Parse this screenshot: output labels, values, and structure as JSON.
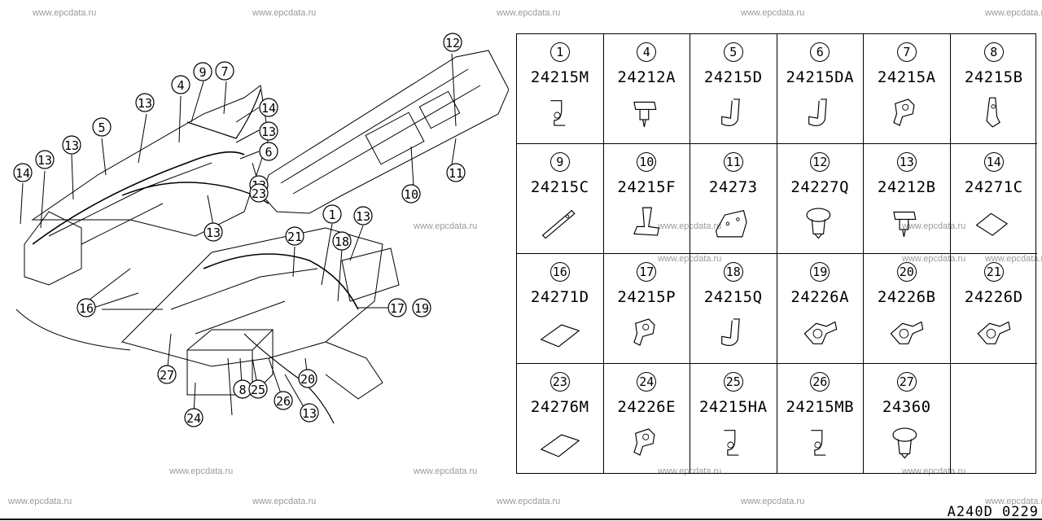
{
  "watermark": "www.epcdata.ru",
  "diagram_code": "A240D 0229",
  "callouts": [
    "1",
    "4",
    "5",
    "6",
    "7",
    "8",
    "9",
    "10",
    "11",
    "12",
    "13",
    "13",
    "13",
    "13",
    "13",
    "13",
    "13",
    "13",
    "14",
    "14",
    "16",
    "17",
    "19",
    "18",
    "20",
    "21",
    "23",
    "24",
    "25",
    "26",
    "27"
  ],
  "parts": [
    {
      "num": "1",
      "part": "24215M",
      "icon": "clip-hook"
    },
    {
      "num": "4",
      "part": "24212A",
      "icon": "clip-push"
    },
    {
      "num": "5",
      "part": "24215D",
      "icon": "clip-band"
    },
    {
      "num": "6",
      "part": "24215DA",
      "icon": "clip-band"
    },
    {
      "num": "7",
      "part": "24215A",
      "icon": "clip-saddle"
    },
    {
      "num": "8",
      "part": "24215B",
      "icon": "clip-tab"
    },
    {
      "num": "9",
      "part": "24215C",
      "icon": "strap"
    },
    {
      "num": "10",
      "part": "24215F",
      "icon": "bracket"
    },
    {
      "num": "11",
      "part": "24273",
      "icon": "plate"
    },
    {
      "num": "12",
      "part": "24227Q",
      "icon": "grommet"
    },
    {
      "num": "13",
      "part": "24212B",
      "icon": "clip-push"
    },
    {
      "num": "14",
      "part": "24271C",
      "icon": "pad"
    },
    {
      "num": "16",
      "part": "24271D",
      "icon": "pad-rect"
    },
    {
      "num": "17",
      "part": "24215P",
      "icon": "clip-saddle"
    },
    {
      "num": "18",
      "part": "24215Q",
      "icon": "clip-band"
    },
    {
      "num": "19",
      "part": "24226A",
      "icon": "clamp"
    },
    {
      "num": "20",
      "part": "24226B",
      "icon": "clamp"
    },
    {
      "num": "21",
      "part": "24226D",
      "icon": "clamp"
    },
    {
      "num": "23",
      "part": "24276M",
      "icon": "pad-rect"
    },
    {
      "num": "24",
      "part": "24226E",
      "icon": "clip-saddle"
    },
    {
      "num": "25",
      "part": "24215HA",
      "icon": "clip-hook"
    },
    {
      "num": "26",
      "part": "24215MB",
      "icon": "clip-hook"
    },
    {
      "num": "27",
      "part": "24360",
      "icon": "grommet"
    },
    {
      "num": "",
      "part": "",
      "icon": ""
    }
  ]
}
